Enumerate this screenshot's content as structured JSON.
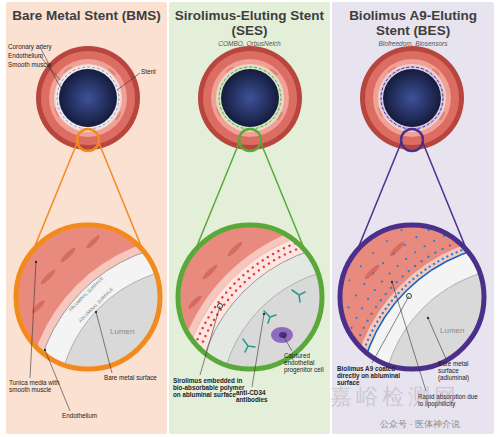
{
  "diagram": {
    "nodes": [
      {
        "text": [
          "Bare Metal Stent (BMS)"
        ]
      },
      {
        "text": [
          "Sirolimus-Eluting Stent (SES)",
          "COMBO, OrbusNeich"
        ]
      },
      {
        "text": [
          "Biolimus A9-Eluting Stent (BES)",
          "Biofreedom, Biosensors"
        ]
      }
    ],
    "labels": [
      "Coronary artery",
      "Endothelium",
      "Smooth muscle",
      "Stent",
      "ABLUMINAL SURFACE",
      "ADLUMINAL SURFACE",
      "Lumen",
      "Tunica media with smooth muscle",
      "Bare metal surface",
      "Endothelium",
      "Sirolimus embedded in bio-absorbable polymer on abluminal surface",
      "anti-CD34 antibodies",
      "Captured endothelial progenitor cell",
      "Lumen",
      "Biolimus A9 coated directly on abluminal surface",
      "Bare metal surface (adluminal)",
      "Rapid absorption due to lipophilicity",
      "嘉峪检测网",
      "公众号 · 医体神介说"
    ]
  }
}
